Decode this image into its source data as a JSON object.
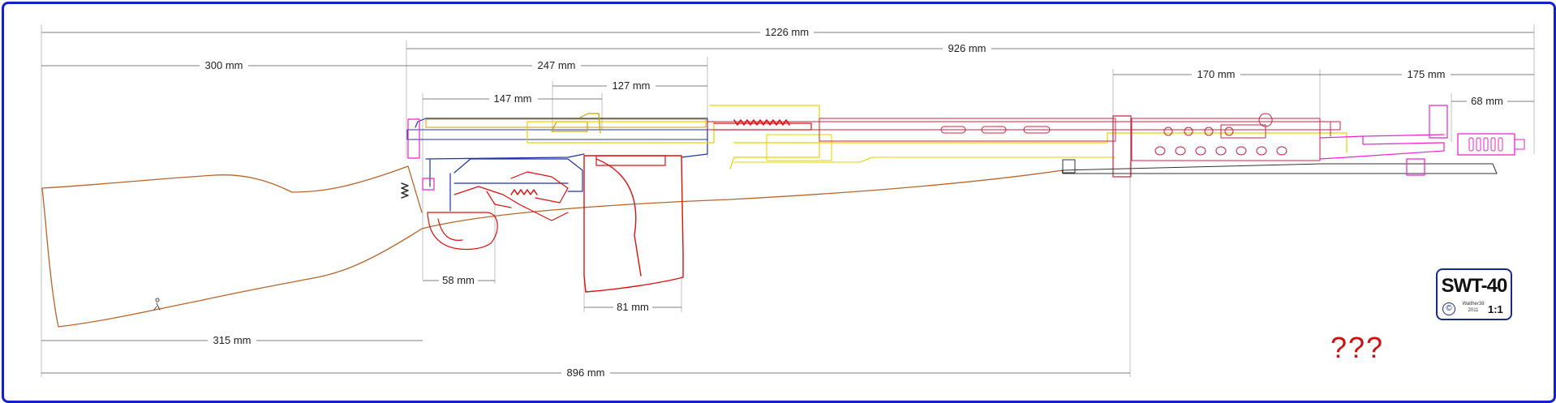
{
  "dimensions": [
    {
      "id": "overall-length",
      "label": "1226 mm"
    },
    {
      "id": "barrel-receiver-length",
      "label": "926 mm"
    },
    {
      "id": "stock-length",
      "label": "300 mm"
    },
    {
      "id": "receiver-length",
      "label": "247 mm"
    },
    {
      "id": "bolt-carrier-length",
      "label": "147 mm"
    },
    {
      "id": "bolt-length",
      "label": "127 mm"
    },
    {
      "id": "handguard-length",
      "label": "170 mm"
    },
    {
      "id": "front-section-length",
      "label": "175 mm"
    },
    {
      "id": "muzzle-brake-length",
      "label": "68 mm"
    },
    {
      "id": "trigger-guard-length",
      "label": "58 mm"
    },
    {
      "id": "magazine-length",
      "label": "81 mm"
    },
    {
      "id": "butt-to-trigger-length",
      "label": "315 mm"
    },
    {
      "id": "butt-to-band-length",
      "label": "896 mm"
    }
  ],
  "badge": {
    "title": "SWT-40",
    "copyright_symbol": "©",
    "author": "Walther38",
    "year": "2011",
    "scale": "1:1"
  },
  "note": "???",
  "colors": {
    "frame": "#1122cc",
    "stock": "#b8652a",
    "magazine": "#dd1111",
    "receiver": "#2233aa",
    "gas_system": "#e6d200",
    "handguard": "#cc2244",
    "muzzle": "#ee22cc",
    "dimension_line": "#444444",
    "note_text": "#cc1111"
  }
}
